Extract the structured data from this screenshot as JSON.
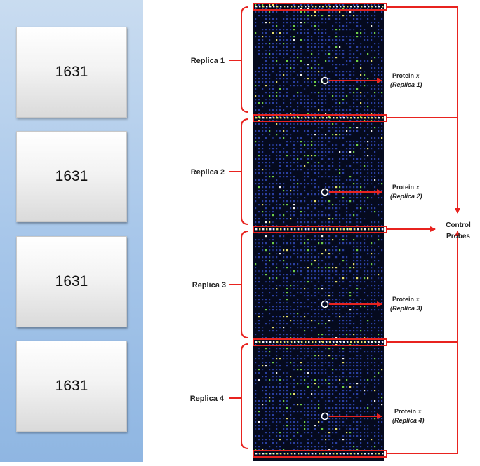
{
  "sidebar": {
    "cards": [
      {
        "label": "1631"
      },
      {
        "label": "1631"
      },
      {
        "label": "1631"
      },
      {
        "label": "1631"
      }
    ]
  },
  "diagram": {
    "replicas": [
      {
        "label": "Replica 1",
        "protein_label": "Protein",
        "protein_var": "x",
        "protein_sub": "(Replica 1)"
      },
      {
        "label": "Replica 2",
        "protein_label": "Protein",
        "protein_var": "x",
        "protein_sub": "(Replica 2)"
      },
      {
        "label": "Replica 3",
        "protein_label": "Protein",
        "protein_var": "x",
        "protein_sub": "(Replica 3)"
      },
      {
        "label": "Replica 4",
        "protein_label": "Protein",
        "protein_var": "x",
        "protein_sub": "(Replica 4)"
      }
    ],
    "control_label_line1": "Control",
    "control_label_line2": "Probes",
    "colors": {
      "annotation": "#e8231f",
      "array_bg": "#0b1233",
      "spot_blue": "#2a3fa0",
      "spot_green": "#6fd04a",
      "spot_yellow": "#e8e070",
      "spot_white": "#f4f4f4"
    }
  }
}
